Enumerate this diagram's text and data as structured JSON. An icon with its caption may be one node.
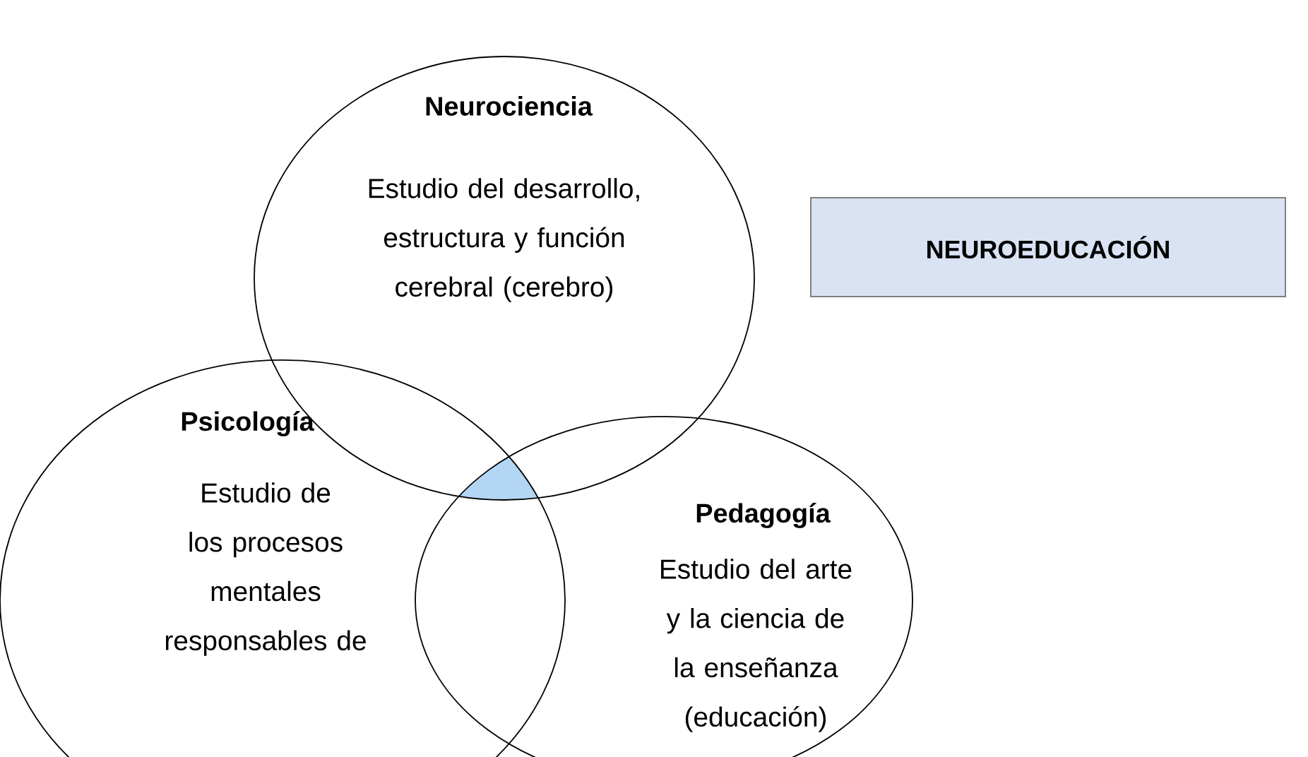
{
  "diagram": {
    "nodes": [
      {
        "text": [
          "Neurociencia",
          "Estudio del desarrollo, estructura y función cerebral (cerebro)"
        ]
      },
      {
        "text": [
          "Psicología",
          "Estudio de los procesos mentales responsables de"
        ]
      },
      {
        "text": [
          "Pedagogía",
          "Estudio del arte y la ciencia de la enseñanza (educación)"
        ]
      },
      {
        "text": [
          "NEUROEDUCACIÓN"
        ]
      }
    ]
  }
}
